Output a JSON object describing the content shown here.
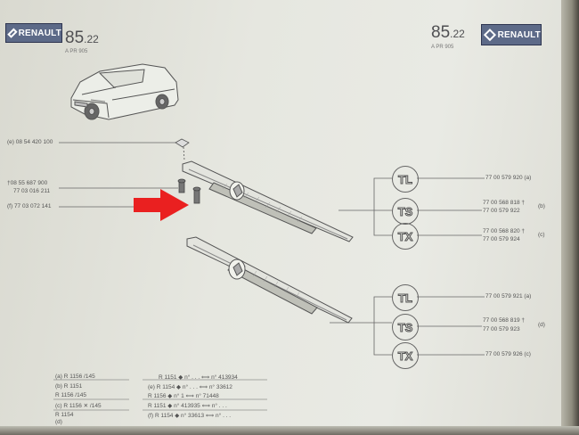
{
  "header": {
    "left": {
      "brand": "RENAULT",
      "page_number": "85",
      "page_sub": ".22",
      "note": "A PR 905"
    },
    "right": {
      "brand": "RENAULT",
      "page_number": "85",
      "page_sub": ".22",
      "note": "A PR 905"
    }
  },
  "left_refs": {
    "e": "(e) 08 54 420 100",
    "dagger_top": "†08 55 687 900",
    "dagger_bottom": "77 03 016 211",
    "f": "(f) 77 03 072 141"
  },
  "variants": [
    {
      "code": "TL",
      "part": "77 00 579 920",
      "ref": "(a)"
    },
    {
      "code": "TS",
      "part_1": "77 00 568 818 †",
      "part_2": "77 00 579 922",
      "ref": "(b)"
    },
    {
      "code": "TX",
      "part_1": "77 00 568 820 †",
      "part_2": "77 00 579 924",
      "ref": "(c)"
    },
    {
      "code": "TL",
      "part": "77 00 579 921",
      "ref": "(a)"
    },
    {
      "code": "TS",
      "part_1": "77 00 568 819 †",
      "part_2": "77 00 579 923",
      "ref": "(d)"
    },
    {
      "code": "TX",
      "part": "77 00 579 926",
      "ref": "(c)"
    }
  ],
  "legend_left": [
    "(a)   R 1156  /145",
    "(b)   R 1151",
    "        R 1156  /145",
    "(c)   R 1156  ✕  /145",
    "        R 1154",
    "(d)"
  ],
  "legend_right": [
    "R 1151  ◆  n° . . .  ⟺  n°  413934",
    "(e)   R 1154  ◆  n° . . .  ⟺  n°   33612",
    "        R 1156  ◆  n°  1  ⟺  n°   71448",
    "        R 1151  ◆  n°  413935  ⟺  n° . . .",
    "(f)   R 1154  ◆  n°  33613  ⟺  n° . . ."
  ],
  "colors": {
    "arrow": "#ea2020",
    "logo_blue": "#5d6a88",
    "paper": "#e6e7e0"
  },
  "icons": [
    "renault-logo-icon",
    "car-illustration-icon",
    "red-arrow-icon",
    "grille-strip-icon",
    "clip-icon",
    "screw-icon"
  ]
}
